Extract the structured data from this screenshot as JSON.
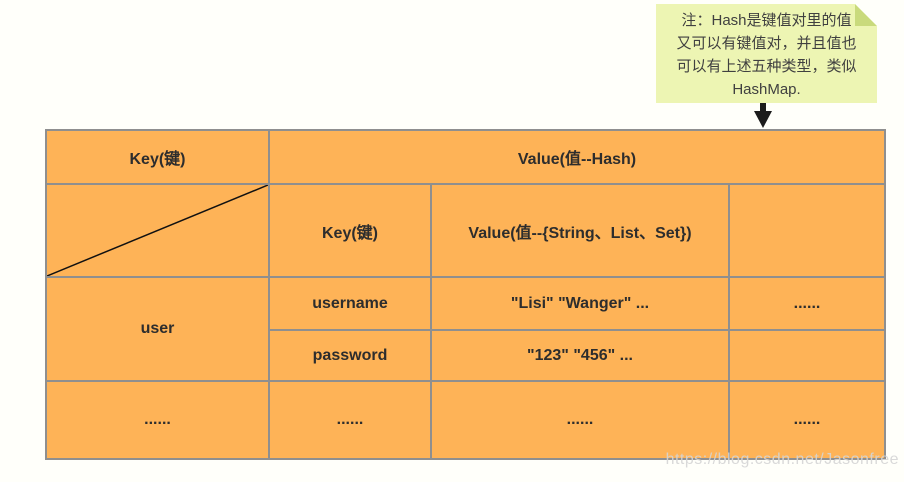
{
  "note": {
    "lines": [
      "注：Hash是键值对里的值",
      "又可以有键值对，并且值也",
      "可以有上述五种类型，类似",
      "HashMap."
    ]
  },
  "table": {
    "outer_header": {
      "key": "Key(键)",
      "value": "Value(值--Hash)"
    },
    "inner_header": {
      "key": "Key(键)",
      "value": "Value(值--{String、List、Set})",
      "extra": ""
    },
    "body": {
      "user_key": "user",
      "row_username": {
        "field": "username",
        "value": "\"Lisi\" \"Wanger\" ...",
        "extra": "......"
      },
      "row_password": {
        "field": "password",
        "value": "\"123\"  \"456\"  ...",
        "extra": ""
      },
      "row_dots": {
        "key": "......",
        "field": "......",
        "value": "......",
        "extra": "......"
      }
    }
  },
  "watermark": "https://blog.csdn.net/Jasonfree",
  "colors": {
    "header_key_bg": "#ec8f33",
    "header_value_bg": "#fd9226",
    "cell_bg": "#feb357",
    "cell_border": "#8f8f8f",
    "value_header_border": "#a09ae0",
    "note_bg": "#edf5b3",
    "note_fold": "#c9da7c"
  }
}
